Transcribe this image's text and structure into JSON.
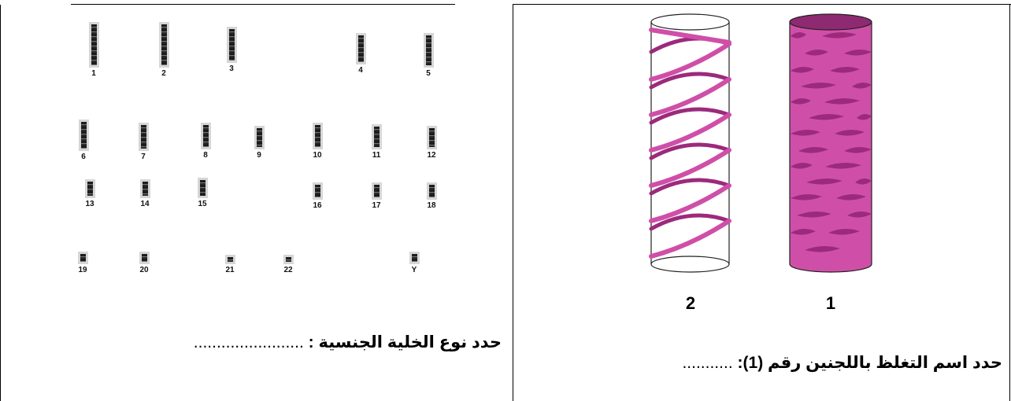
{
  "left_panel": {
    "question": "حدد نوع الخلية الجنسية :",
    "answer_dots": "........................",
    "chromosome_labels": [
      "1",
      "2",
      "3",
      "4",
      "5",
      "6",
      "7",
      "8",
      "9",
      "10",
      "11",
      "12",
      "13",
      "14",
      "15",
      "16",
      "17",
      "18",
      "19",
      "20",
      "21",
      "22",
      "Y"
    ]
  },
  "right_panel": {
    "question": "حدد اسم التغلظ باللجنين رقم (1):",
    "answer_dots": "...........",
    "fiber_labels": [
      "2",
      "1"
    ]
  },
  "colors": {
    "lignin_pink": "#cf4fa8",
    "lignin_dark": "#9c2a7c",
    "border": "#000000"
  }
}
